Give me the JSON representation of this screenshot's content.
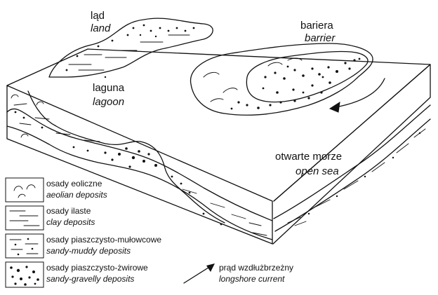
{
  "labels": {
    "land": {
      "pl": "ląd",
      "en": "land"
    },
    "barrier": {
      "pl": "bariera",
      "en": "barrier"
    },
    "lagoon": {
      "pl": "laguna",
      "en": "lagoon"
    },
    "open_sea": {
      "pl": "otwarte morze",
      "en": "open sea"
    }
  },
  "legend": [
    {
      "id": "aeolian",
      "pl": "osady eoliczne",
      "en": "aeolian deposits"
    },
    {
      "id": "clay",
      "pl": "osady ilaste",
      "en": "clay deposits"
    },
    {
      "id": "sandy-muddy",
      "pl": "osady piaszczysto-mułowcowe",
      "en": "sandy-muddy deposits"
    },
    {
      "id": "sandy-gravelly",
      "pl": "osady piaszczysto-żwirowe",
      "en": "sandy-gravelly deposits"
    }
  ],
  "current_legend": {
    "pl": "prąd wzdłużbrzeżny",
    "en": "longshore current"
  }
}
